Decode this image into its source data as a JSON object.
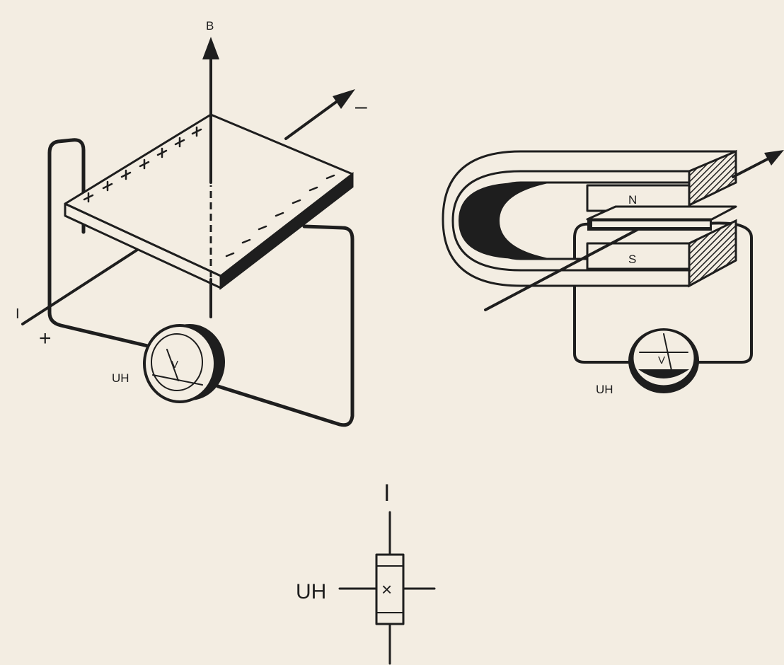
{
  "figure_left": {
    "b_label": "B",
    "minus_label": "–",
    "i_label": "I",
    "plus_label": "+",
    "uh_label": "UH",
    "meter_label": "V"
  },
  "figure_right": {
    "n_label": "N",
    "s_label": "S",
    "uh_label": "UH",
    "meter_label": "V"
  },
  "symbol": {
    "i_label": "I",
    "uh_label": "UH",
    "cross_label": "×"
  },
  "colors": {
    "ink": "#1e1e1e",
    "paper": "#f3ede2"
  }
}
